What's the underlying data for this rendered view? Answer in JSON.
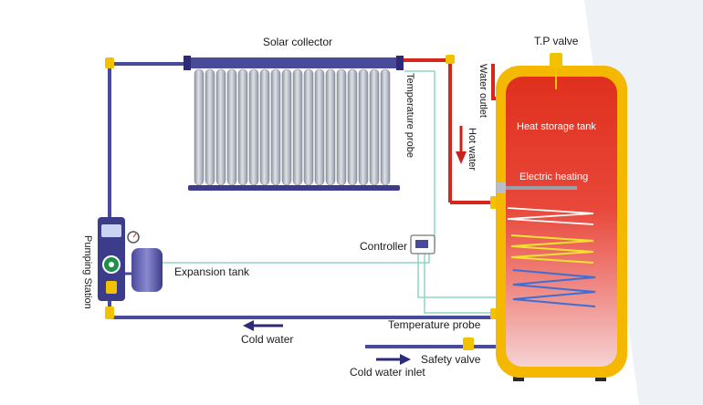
{
  "labels": {
    "solar_collector": "Solar collector",
    "tp_valve": "T.P valve",
    "temperature_probe_top": "Temperature probe",
    "water_outlet": "Water outlet",
    "hot_water": "Hot water",
    "heat_storage_tank": "Heat storage tank",
    "electric_heating": "Electric heating",
    "controller": "Controller",
    "expansion_tank": "Expansion tank",
    "pumping_station": "Pumping Station",
    "temperature_probe_bottom": "Temperature probe",
    "cold_water": "Cold water",
    "safety_valve": "Safety valve",
    "cold_water_inlet": "Cold water inlet"
  },
  "colors": {
    "hot_pipe": "#d7261e",
    "cold_pipe": "#4a4a9a",
    "sensor_wire": "#8fd3c7",
    "fitting": "#f2c200",
    "tank_shell": "#f5b800",
    "tank_hot": "#e0301e",
    "tank_cool": "#f4c4c4",
    "collector_tube": "#b9bfc8",
    "arrow_hot": "#c9221a",
    "arrow_cold": "#2e2a7a",
    "pump_body": "#3d3c8a"
  }
}
